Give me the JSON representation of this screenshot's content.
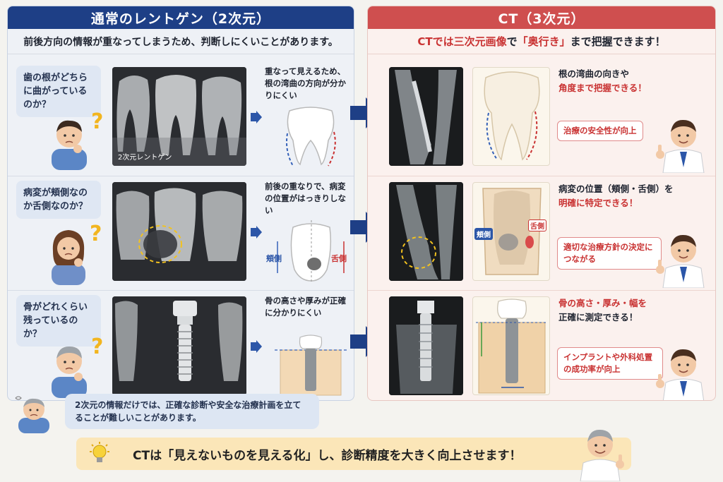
{
  "left": {
    "title": "通常のレントゲン（2次元）",
    "subtitle": "前後方向の情報が重なってしまうため、判断しにくいことがあります。",
    "rows": [
      {
        "question": "歯の根がどちらに曲がっているのか？",
        "xray_label": "2次元レントゲン",
        "note": "重なって見えるため、根の湾曲の方向が分かりにくい"
      },
      {
        "question": "病変が頬側なのか舌側なのか？",
        "xray_label": "",
        "note": "前後の重なりで、病変の位置がはっきりしない",
        "label_buccal": "頬側",
        "label_lingual": "舌側"
      },
      {
        "question": "骨がどれくらい残っているのか？",
        "xray_label": "",
        "note": "骨の高さや厚みが正確に分かりにくい"
      }
    ],
    "bottom_note": "2次元の情報だけでは、正確な診断や安全な治療計画を立てることが難しいことがあります。"
  },
  "right": {
    "title": "CT（3次元）",
    "subtitle_a": "CTでは",
    "subtitle_b": "三次元画像",
    "subtitle_c": "で",
    "subtitle_d": "「奥行き」",
    "subtitle_e": "まで把握できます！",
    "rows": [
      {
        "note_a": "根の湾曲の向きや",
        "note_b": "角度まで把握できる！",
        "pill": "治療の安全性が向上"
      },
      {
        "note_a": "病変の位置（頬側・舌側）を",
        "note_b": "明確に特定できる！",
        "pill": "適切な治療方針の決定につながる",
        "label_buccal": "頬側",
        "label_lingual": "舌側"
      },
      {
        "note_a": "骨の高さ・厚み・幅を",
        "note_b": "正確に測定できる！",
        "pill": "インプラントや外科処置の成功率が向上"
      }
    ]
  },
  "footer": "CTは「見えないものを見える化」し、診断精度を大きく向上させます！",
  "colors": {
    "navy": "#1e3f86",
    "red": "#cf4f4f",
    "accent_red": "#c93232",
    "yellow": "#f2b51f"
  }
}
